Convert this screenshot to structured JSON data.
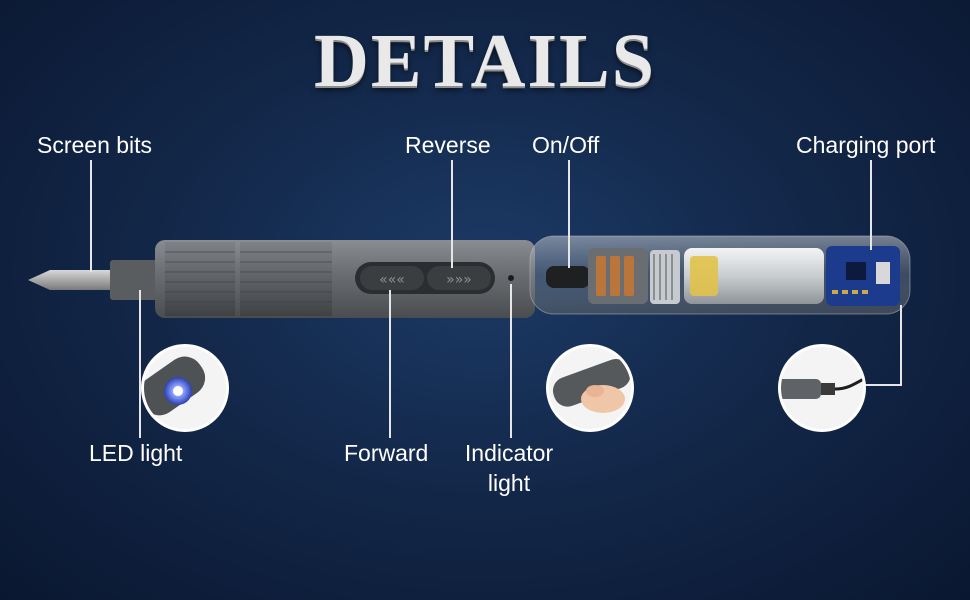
{
  "title": "DETAILS",
  "labels": {
    "screen_bits": "Screen bits",
    "reverse": "Reverse",
    "on_off": "On/Off",
    "charging_port": "Charging port",
    "led_light": "LED light",
    "forward": "Forward",
    "indicator_light_line1": "Indicator",
    "indicator_light_line2": "light"
  },
  "colors": {
    "background": "#13284a",
    "body_gray": "#6b6f73",
    "label_text": "#ffffff",
    "led_blue": "#4a6bff",
    "battery_yellow": "#e2c24a"
  }
}
